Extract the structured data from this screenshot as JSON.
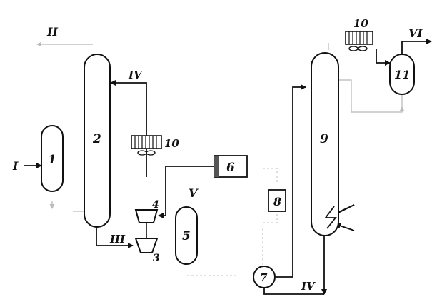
{
  "stream_labels": {
    "s1": "I",
    "s2": "II",
    "s3": "III",
    "s4_left": "IV",
    "s4_right": "IV",
    "s5": "V",
    "s6": "VI"
  },
  "equipment_labels": {
    "e1": "1",
    "e2": "2",
    "e3": "3",
    "e4": "4",
    "e5": "5",
    "e6": "6",
    "e7": "7",
    "e8": "8",
    "e9": "9",
    "e10_left": "10",
    "e10_right": "10",
    "e11": "11"
  }
}
